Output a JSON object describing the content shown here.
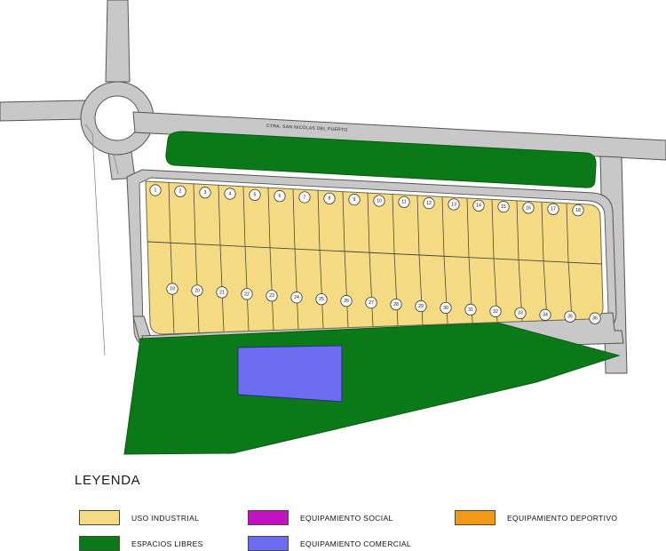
{
  "plan": {
    "road_label": "CTRA. SAN NICOLAS DEL PUERTO",
    "colors": {
      "industrial": "#F5DC84",
      "industrial_stroke": "#6b6b4a",
      "green": "#0a7a18",
      "green_stroke": "#0a5c12",
      "commercial": "#6C6CF0",
      "commercial_stroke": "#2a2a80",
      "social": "#C211C2",
      "sport": "#F09A18",
      "road_fill": "#C8C8C8",
      "road_stroke": "#555555",
      "white": "#FFFFFF",
      "text": "#111111"
    },
    "parcels_top": [
      "1",
      "2",
      "3",
      "4",
      "5",
      "6",
      "7",
      "8",
      "9",
      "10",
      "11",
      "12",
      "13",
      "14",
      "15",
      "16",
      "17",
      "18"
    ],
    "parcels_bottom": [
      "19",
      "20",
      "21",
      "22",
      "23",
      "24",
      "25",
      "26",
      "27",
      "28",
      "29",
      "30",
      "31",
      "32",
      "33",
      "34",
      "35",
      "36"
    ]
  },
  "legend": {
    "title": "LEYENDA",
    "items": [
      {
        "label": "USO INDUSTRIAL",
        "color": "#F5DC84",
        "icon": "swatch-industrial"
      },
      {
        "label": "ESPACIOS LIBRES",
        "color": "#0A7A18",
        "icon": "swatch-green"
      },
      {
        "label": "EQUIPAMIENTO SOCIAL",
        "color": "#C211C2",
        "icon": "swatch-social"
      },
      {
        "label": "EQUIPAMIENTO COMERCIAL",
        "color": "#6C6CF0",
        "icon": "swatch-commercial"
      },
      {
        "label": "EQUIPAMIENTO DEPORTIVO",
        "color": "#F09A18",
        "icon": "swatch-sport"
      }
    ]
  }
}
